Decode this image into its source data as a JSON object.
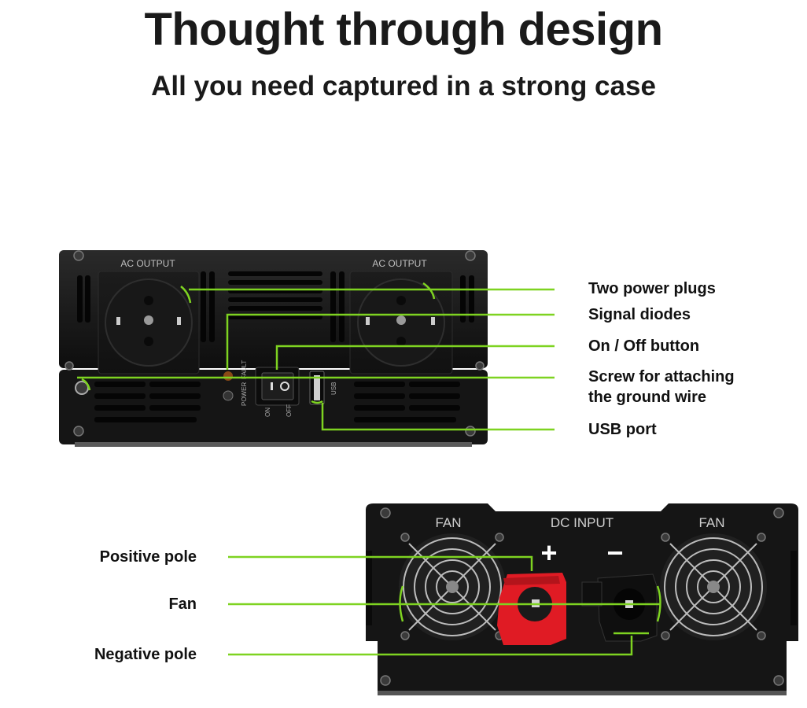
{
  "header": {
    "title": "Thought through design",
    "subtitle": "All you need captured in a strong case"
  },
  "front_panel": {
    "ac_output_left": "AC OUTPUT",
    "ac_output_right": "AC OUTPUT",
    "power_label": "POWER",
    "fault_label": "FAULT",
    "on_label": "ON",
    "off_label": "OFF",
    "usb_label": "USB",
    "callouts": [
      "Two power plugs",
      "Signal diodes",
      "On / Off button",
      "Screw for attaching",
      "the ground wire",
      "USB port"
    ]
  },
  "back_panel": {
    "fan_left": "FAN",
    "dc_input": "DC INPUT",
    "fan_right": "FAN",
    "plus_sign": "+",
    "minus_sign": "−",
    "callouts": [
      "Positive pole",
      "Fan",
      "Negative pole"
    ]
  },
  "colors": {
    "accent_green": "#7ed321",
    "case_dark": "#141414",
    "terminal_red": "#e01b24"
  }
}
